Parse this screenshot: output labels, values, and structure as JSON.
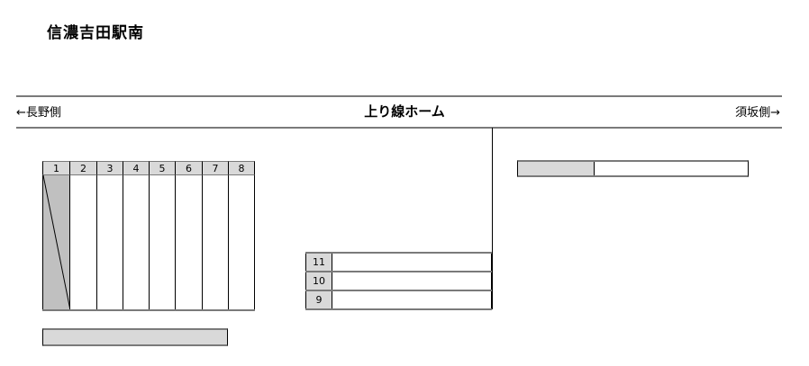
{
  "page": {
    "title": "信濃吉田駅南"
  },
  "header": {
    "left_direction": "←長野側",
    "platform_name": "上り線ホーム",
    "right_direction": "須坂側→"
  },
  "car_grid": {
    "columns": [
      "1",
      "2",
      "3",
      "4",
      "5",
      "6",
      "7",
      "8"
    ],
    "first_column_shaded": true,
    "fill_color": "#c0c0c0",
    "header_color": "#d9d9d9"
  },
  "track_rows": {
    "rows": [
      {
        "number": "11"
      },
      {
        "number": "10"
      },
      {
        "number": "9"
      }
    ]
  },
  "colors": {
    "line": "#7a7a7a",
    "light_gray": "#d9d9d9",
    "dark_gray": "#c0c0c0"
  }
}
